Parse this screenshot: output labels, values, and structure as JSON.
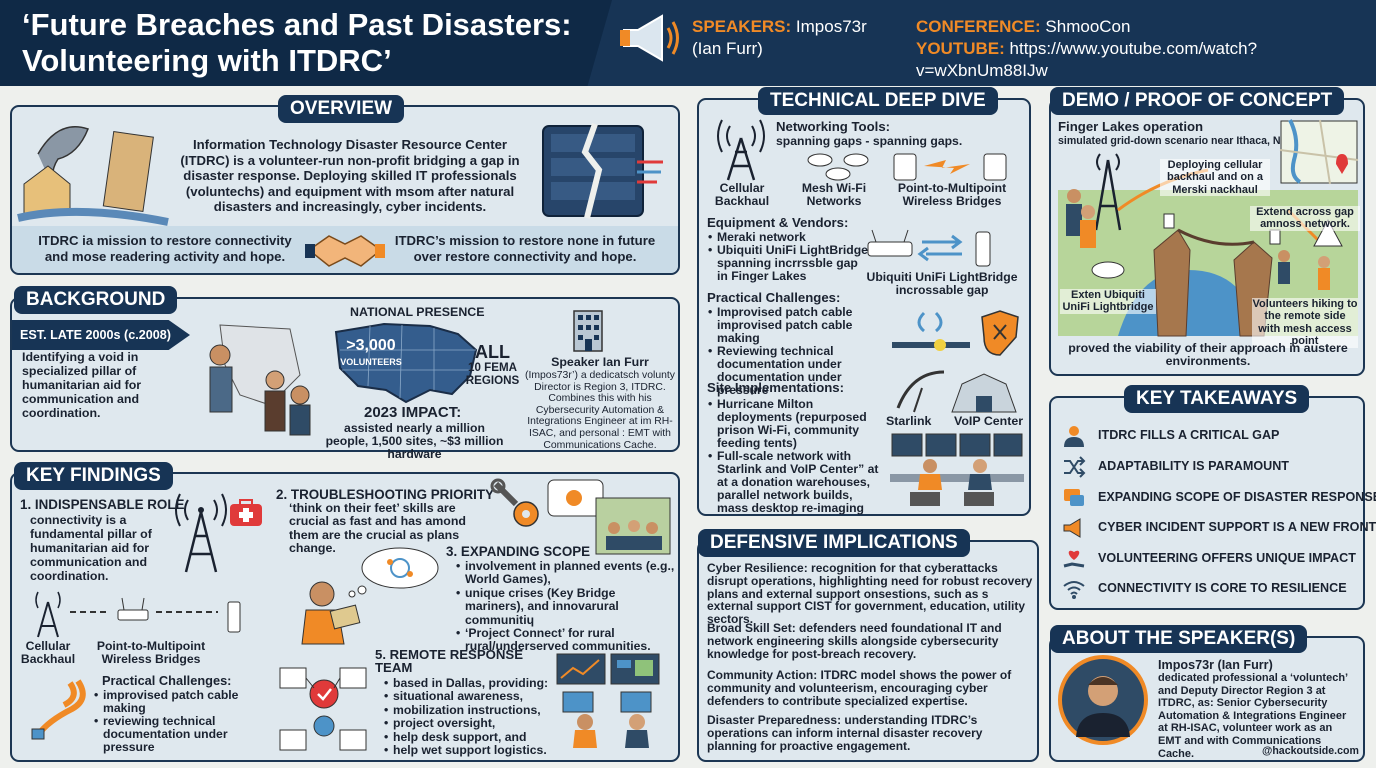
{
  "header": {
    "title_line1": "‘Future Breaches and Past Disasters:",
    "title_line2": "Volunteering with ITDRC’",
    "speakers_label": "SPEAKERS:",
    "speakers_value": "Impos73r",
    "speakers_value2": "(Ian Furr)",
    "conference_label": "CONFERENCE:",
    "conference_value": "ShmooCon",
    "youtube_label": "YOUTUBE:",
    "youtube_value": "https://www.youtube.com/watch?v=wXbnUm88IJw"
  },
  "overview": {
    "title": "OVERVIEW",
    "intro": "Information Technology Disaster Resource Center (ITDRC) is a volunteer-run non-profit bridging a gap in disaster response. Deploying skilled IT professionals (voluntechs) and equipment with msom after natural disasters and increasingly, cyber incidents.",
    "left": "ITDRC ia mission to restore connectivity and mose readering activity and hope.",
    "right": "ITDRC’s mission to restore none in future over restore connectivity and hope."
  },
  "background": {
    "title": "BACKGROUND",
    "est": "EST. LATE 2000s (c.2008)",
    "desc": "Identifying a void in specialized pillar of humanitarian aid for communication and coordination.",
    "national_title": "NATIONAL PRESENCE",
    "volunteers_num": ">3,000",
    "volunteers_label": "VOLUNTEERS",
    "all_label": "ALL",
    "fema_label": "10 FEMA REGIONS",
    "impact_title": "2023 IMPACT:",
    "impact_text": "assisted nearly a million people, 1,500 sites, ~$3 million hardware",
    "speaker_name": "Speaker Ian Furr",
    "speaker_text": "(Impos73r’) a dedicatsch volunty Director is Region 3, ITDRC.  Combines this with his Cybersecurity Automation & Integrations Engineer at im RH-ISAC, and personal : EMT with Communications Cache."
  },
  "findings": {
    "title": "KEY FINDINGS",
    "f1_title": "1. INDISPENSABLE ROLE",
    "f1_text": "connectivity is a fundamental pillar of humanitarian aid for communication and coordination.",
    "cellular": "Cellular Backhaul",
    "p2mp": "Point-to-Multipoint Wireless Bridges",
    "pc_title": "Practical Challenges:",
    "pc_items": [
      "improvised patch cable making",
      "reviewing technical documentation under pressure"
    ],
    "f2_title": "2. TROUBLESHOOTING PRIORITY",
    "f2_text": "‘think on their feet’ skills are crucial as fast and has amond them are the crucial as plans change.",
    "f3_title": "3. EXPANDING SCOPE",
    "f3_items": [
      "involvement in planned events (e.g., World Games),",
      "unique crises (Key Bridge mariners), and innovarural communitiɥ",
      "‘Project Connect’ for rural rural/underserved communities."
    ],
    "f5_title": "5. REMOTE RESPONSE TEAM",
    "f5_items": [
      "based in Dallas, providing:",
      "situational awareness,",
      "mobilization instructions,",
      "project oversight,",
      "help desk support, and",
      "help wet support logistics."
    ]
  },
  "technical": {
    "title": "TECHNICAL DEEP DIVE",
    "net_title": "Networking Tools:",
    "net_sub": "spanning gaps - spanning gaps.",
    "cellular": "Cellular Backhaul",
    "mesh": "Mesh Wi-Fi Networks",
    "p2mp": "Point-to-Multipoint Wireless Bridges",
    "eq_title": "Equipment & Vendors:",
    "eq_items": [
      "Meraki network",
      "Ubiquiti UniFi LightBridge spanning incrrssble gap in Finger Lakes"
    ],
    "eq_caption": "Ubiquiti UniFi LightBridge incrossable gap",
    "pc_title": "Practical Challenges:",
    "pc_items": [
      "Improvised patch cable improvised patch cable making",
      "Reviewing technical documentation under documentation under pressure"
    ],
    "site_title": "Site Implementations:",
    "site_items": [
      "Hurricane Milton deployments (repurposed prison Wi-Fi, community feeding tents)",
      "Full-scale network with Starlink and VoIP Center” at at a donation warehouses, parallel network builds, mass desktop re-imaging"
    ],
    "starlink": "Starlink",
    "voip": "VoIP Center"
  },
  "demo": {
    "title": "DEMO / PROOF OF CONCEPT",
    "place": "Finger Lakes operation",
    "sub": "simulated grid-down scenario near Ithaca, NY",
    "lbl1": "Deploying cellular backhaul and on a Merski nackhaul",
    "lbl2": "Extend across gap amnoss network.",
    "lbl3": "Exten Ubiquiti UniFi Lightbridge",
    "lbl4": "Volunteers hiking to the remote side with mesh access point",
    "caption": "proved the viability of their approach in austere environments."
  },
  "defensive": {
    "title": "DEFENSIVE IMPLICATIONS",
    "p1": "Cyber Resilience: recognition for that cyberattacks disrupt operations, highlighting need for robust recovery plans and external support onsestions, such as s external support CIST for government, education, utility sectors.",
    "p2": "Broad Skill Set: defenders need foundational IT and network engineering skills alongside cybersecurity knowledge for post-breach recovery.",
    "p3": "Community Action: ITDRC model shows the power of community and volunteerism, encouraging cyber defenders to contribute specialized expertise.",
    "p4": "Disaster Preparedness: understanding ITDRC’s operations can inform internal disaster recovery planning for proactive engagement."
  },
  "takeaways": {
    "title": "KEY TAKEAWAYS",
    "items": [
      {
        "text": "ITDRC FILLS A CRITICAL GAP",
        "icon": "person-icon"
      },
      {
        "text": "ADAPTABILITY IS PARAMOUNT",
        "icon": "shuffle-icon"
      },
      {
        "text": "EXPANDING SCOPE OF DISASTER RESPONSE",
        "icon": "chat-icon"
      },
      {
        "text": "CYBER INCIDENT SUPPORT IS A NEW FRONTIER",
        "icon": "megaphone-icon"
      },
      {
        "text": "VOLUNTEERING OFFERS UNIQUE IMPACT",
        "icon": "heart-hand-icon"
      },
      {
        "text": "CONNECTIVITY IS CORE TO RESILIENCE",
        "icon": "wifi-icon"
      }
    ]
  },
  "about": {
    "title": "ABOUT THE SPEAKER(S)",
    "name": "Impos73r (Ian Furr)",
    "bio": "dedicated professional a ‘voluntech’ and Deputy Director Region 3 at ITDRC, as: Senior Cybersecurity Automation & Integrations Engineer at RH-ISAC, volunteer work as an EMT and with Communications Cache.",
    "handle": "@hackoutside.com"
  },
  "colors": {
    "navy": "#173455",
    "accent": "#f08a26",
    "panel": "#dfe8ee",
    "red": "#e03a3a",
    "water": "#4d93c8"
  }
}
